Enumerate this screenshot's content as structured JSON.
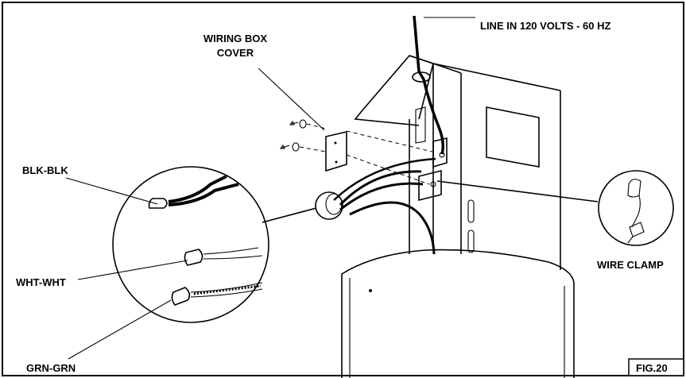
{
  "labels": {
    "line_in": "LINE IN 120 VOLTS - 60 HZ",
    "wiring_box_cover_1": "WIRING BOX",
    "wiring_box_cover_2": "COVER",
    "blk": "BLK-BLK",
    "wht": "WHT-WHT",
    "grn": "GRN-GRN",
    "wire_clamp": "WIRE CLAMP",
    "fig": "FIG.20"
  }
}
